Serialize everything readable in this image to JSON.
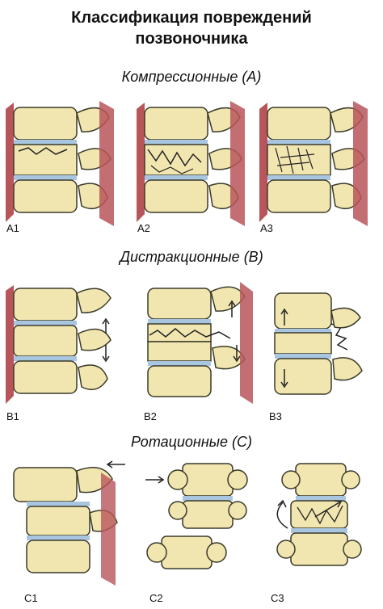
{
  "title_line1": "Классификация повреждений",
  "title_line2": "позвоночника",
  "sections": {
    "a": {
      "heading": "Компрессионные (А)",
      "panels": [
        "A1",
        "A2",
        "A3"
      ]
    },
    "b": {
      "heading": "Дистракционные (В)",
      "panels": [
        "B1",
        "B2",
        "B3"
      ]
    },
    "c": {
      "heading": "Ротационные (С)",
      "panels": [
        "C1",
        "C2",
        "C3"
      ]
    }
  },
  "colors": {
    "bone": "#f2e6b0",
    "bone_stroke": "#3a3a2a",
    "disc": "#a9c6e0",
    "muscle": "#b8555a",
    "fracture": "#222222"
  }
}
